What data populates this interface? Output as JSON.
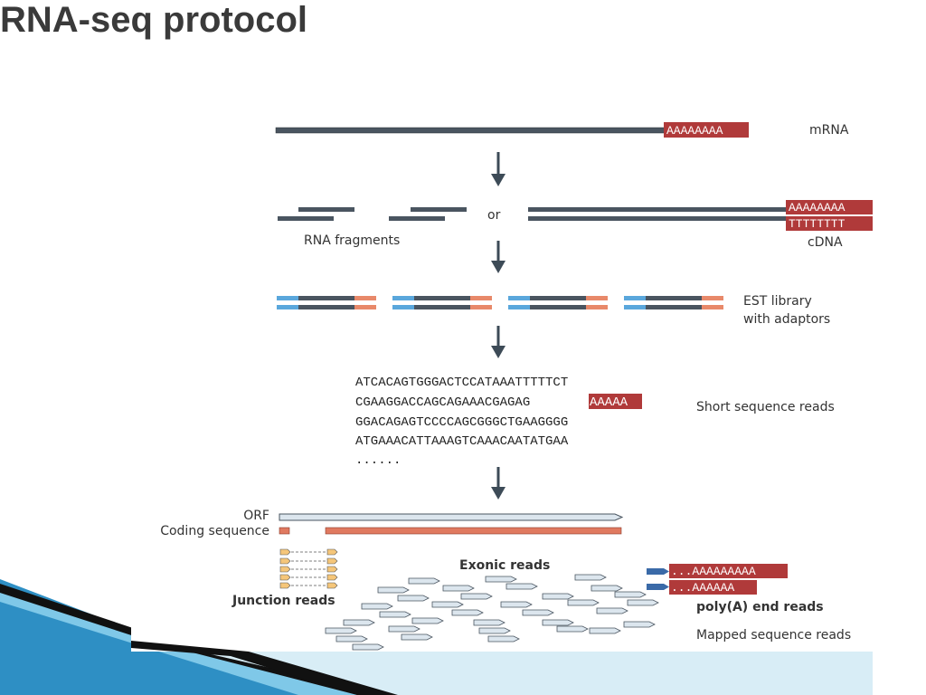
{
  "slide": {
    "title": "RNA-seq protocol"
  },
  "labels": {
    "mrna": "mRNA",
    "or": "or",
    "rna_fragments": "RNA fragments",
    "cdna": "cDNA",
    "est_line1": "EST library",
    "est_line2": "with adaptors",
    "short_reads": "Short sequence reads",
    "orf": "ORF",
    "coding_sequence": "Coding sequence",
    "exonic_reads": "Exonic reads",
    "junction_reads": "Junction reads",
    "polya_end_reads": "poly(A) end reads",
    "mapped_reads": "Mapped sequence reads"
  },
  "sequences": {
    "mrna_polya": "AAAAAAAA",
    "cdna_polya": "AAAAAAAA",
    "cdna_polyt": "TTTTTTTT",
    "read1": "ATCACAGTGGGACTCCATAAATTTTTCT",
    "read2_prefix": "CGAAGGACCAGCAGAAACGAGAG",
    "read2_polya": "AAAAA",
    "read3": "GGACAGAGTCCCCAGCGGGCTGAAGGGG",
    "read4": "ATGAAACATTAAAGTCAAACAATATGAA",
    "ellipsis": "......",
    "polya_read1": "...AAAAAAAAA",
    "polya_read2": "...AAAAAA"
  },
  "colors": {
    "strand": "#4a5560",
    "polya_highlight": "#b03a3a",
    "adaptor_blue": "#5aa7dc",
    "adaptor_orange": "#e8896a",
    "read_fill": "#dce6ee",
    "coding_fill": "#e07a60",
    "arrow": "#3d4b57"
  }
}
